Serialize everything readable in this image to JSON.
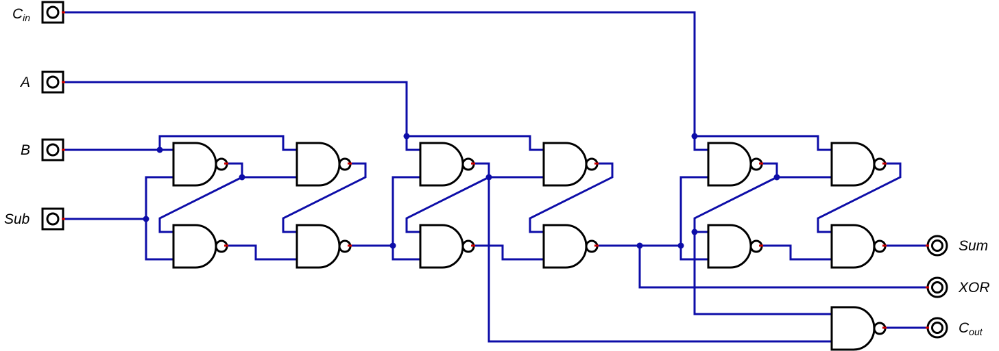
{
  "inputs": {
    "cin": {
      "main": "C",
      "sub": "in"
    },
    "a": {
      "main": "A"
    },
    "b": {
      "main": "B"
    },
    "sub": {
      "main": "Sub"
    }
  },
  "outputs": {
    "sum": {
      "main": "Sum"
    },
    "xor": {
      "main": "XOR"
    },
    "cout": {
      "main": "C",
      "sub": "out"
    }
  },
  "colors": {
    "wire": "#0d0da8",
    "gate": "#000000",
    "pin": "#cc0000"
  }
}
